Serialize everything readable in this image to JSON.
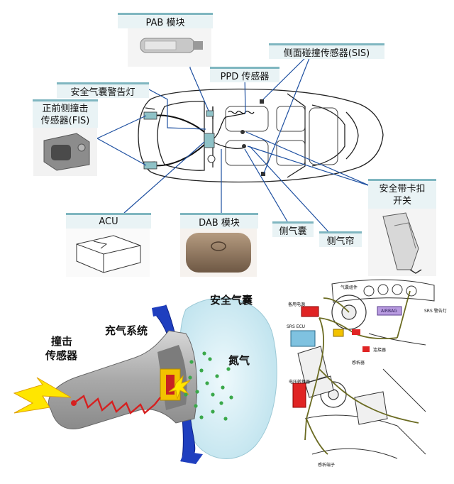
{
  "top_diagram": {
    "labels": {
      "pab": "PAB 模块",
      "sis": "侧面碰撞传感器(SIS)",
      "ppd": "PPD 传感器",
      "warning_light": "安全气囊警告灯",
      "fis_line1": "正前侧撞击",
      "fis_line2": "传感器(FIS)",
      "acu": "ACU",
      "dab": "DAB 模块",
      "side_airbag": "侧气囊",
      "side_curtain": "侧气帘",
      "buckle_line1": "安全带卡扣",
      "buckle_line2": "开关"
    }
  },
  "airbag_illustration": {
    "airbag": "安全气囊",
    "inflator": "充气系统",
    "nitrogen": "氮气",
    "crash_sensor_line1": "撞击",
    "crash_sensor_line2": "传感器"
  },
  "wiring_diagram": {
    "labels": {
      "airbag_assembly": "气囊组件",
      "backup_power": "备用电源",
      "airbag_badge": "AIRBAG",
      "srs_warning": "SRS 警告灯",
      "srs_ecu": "SRS ECU",
      "connector": "连接器",
      "sensor": "感析器",
      "voltage_converter": "电压转换器",
      "terminal": "感析端子"
    }
  },
  "colors": {
    "label_bg": "#e9f3f5",
    "label_border": "#7fb6c0",
    "leader_line": "#1d4fa0",
    "steering_blue": "#1f3fbf",
    "inflator_gold": "#f2c200",
    "spark_yellow": "#ffe600",
    "airbag_fill": "#d6eef6",
    "nitrogen_dot": "#3aa84a",
    "warning_purple": "#b89be0"
  }
}
